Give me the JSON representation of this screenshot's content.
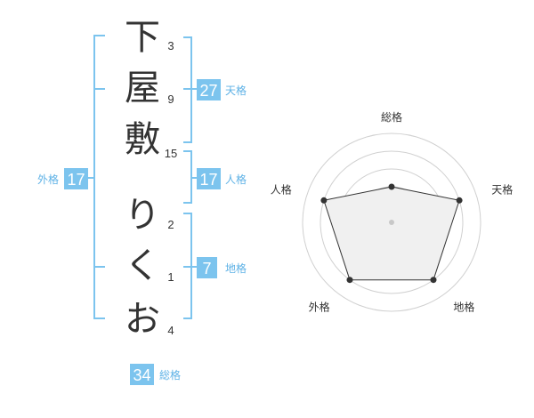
{
  "name": {
    "chars": [
      {
        "char": "下",
        "strokes": "3"
      },
      {
        "char": "屋",
        "strokes": "9"
      },
      {
        "char": "敷",
        "strokes": "15"
      },
      {
        "char": "り",
        "strokes": "2"
      },
      {
        "char": "く",
        "strokes": "1"
      },
      {
        "char": "お",
        "strokes": "4"
      }
    ]
  },
  "grid": {
    "tenkaku": {
      "value": "27",
      "label": "天格"
    },
    "jinkaku": {
      "value": "17",
      "label": "人格"
    },
    "chikaku": {
      "value": "7",
      "label": "地格"
    },
    "gaikaku": {
      "value": "17",
      "label": "外格"
    },
    "soukaku": {
      "value": "34",
      "label": "総格"
    }
  },
  "chart_data": {
    "type": "radar",
    "axes": [
      "総格",
      "天格",
      "地格",
      "外格",
      "人格"
    ],
    "values": [
      2,
      4,
      4,
      4,
      4
    ],
    "max": 5,
    "grid": true,
    "fill_color": "#f0f0f0",
    "line_color": "#333333"
  },
  "colors": {
    "accent": "#7cc4ee",
    "label": "#5fb2e6"
  }
}
